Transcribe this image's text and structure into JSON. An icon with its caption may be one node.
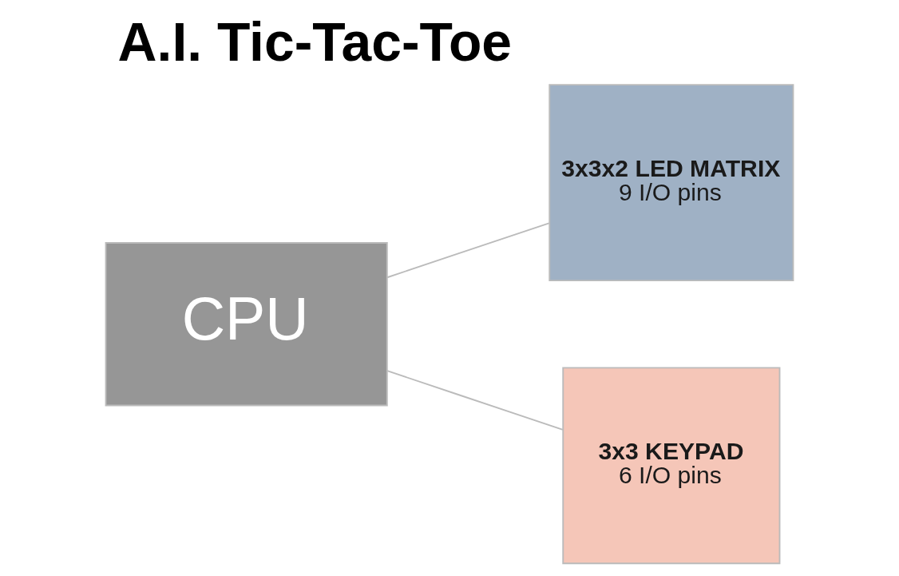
{
  "diagram": {
    "title": "A.I. Tic-Tac-Toe",
    "nodes": [
      {
        "text": [
          "CPU"
        ]
      },
      {
        "text": [
          "3x3x2 LED MATRIX",
          "9 I/O pins"
        ]
      },
      {
        "text": [
          "3x3 KEYPAD",
          "6 I/O pins"
        ]
      }
    ],
    "edges": [
      {
        "from": 0,
        "to": 1,
        "arrow": "none"
      },
      {
        "from": 0,
        "to": 2,
        "arrow": "none"
      }
    ]
  }
}
